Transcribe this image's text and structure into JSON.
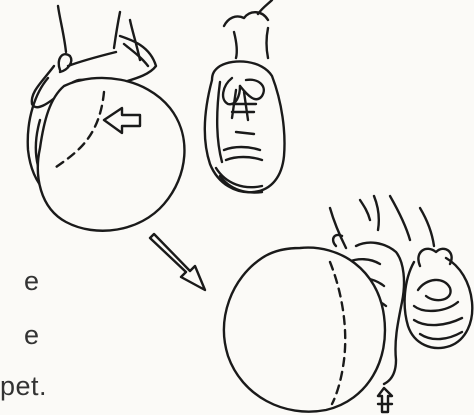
{
  "text_fragments": [
    "e",
    "e",
    "pet."
  ],
  "icons": {
    "ball_left": "exercise-ball-icon",
    "ball_right": "exercise-ball-icon",
    "shoe_left": "sneaker-icon",
    "shoe_right": "sneaker-icon",
    "arrow_left_ball": "arrow-left-icon",
    "arrow_transition": "arrow-down-right-icon",
    "arrow_bottom": "arrow-up-icon"
  },
  "colors": {
    "ink": "#1a1a1a",
    "paper": "#fbfaf7",
    "text": "#333333"
  }
}
